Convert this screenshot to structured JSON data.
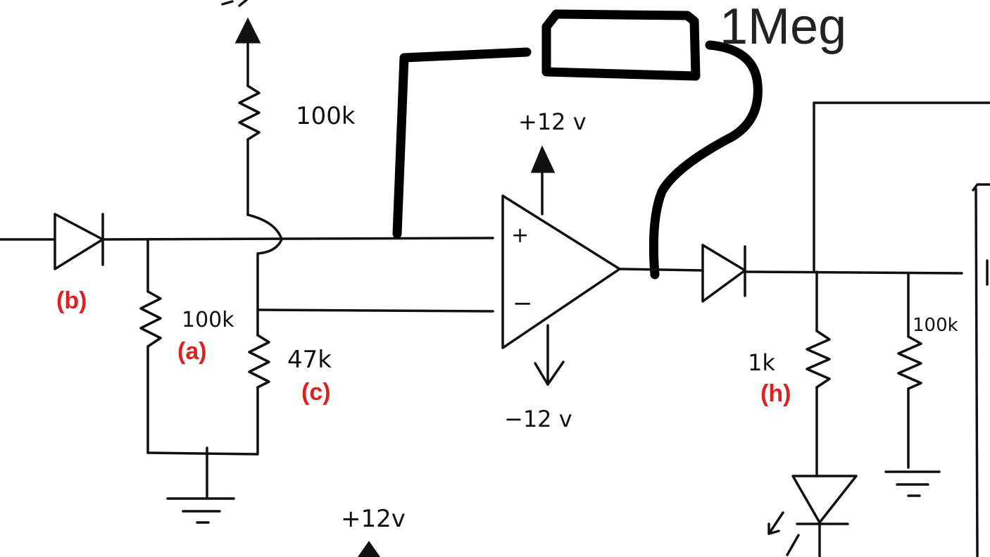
{
  "colors": {
    "ink": "#111111",
    "feedback_wire": "#000000",
    "label_red": "#e02020",
    "background": "#ffffff"
  },
  "components": {
    "feedback_resistor": {
      "value": "1Meg"
    },
    "top_resistor": {
      "value": "100k"
    },
    "input_shunt_resistor": {
      "value": "100k",
      "tag": "(a)"
    },
    "input_diode": {
      "tag": "(b)"
    },
    "divider_resistor": {
      "value": "47k",
      "tag": "(c)"
    },
    "led_resistor": {
      "value": "1k",
      "tag": "(h)"
    },
    "output_pulldown_resistor": {
      "value": "100k"
    }
  },
  "opamp": {
    "plus_symbol": "+",
    "minus_symbol": "−",
    "supply_positive": "+12 v",
    "supply_negative": "−12 v"
  },
  "bottom_supply": {
    "label": "+12v"
  }
}
